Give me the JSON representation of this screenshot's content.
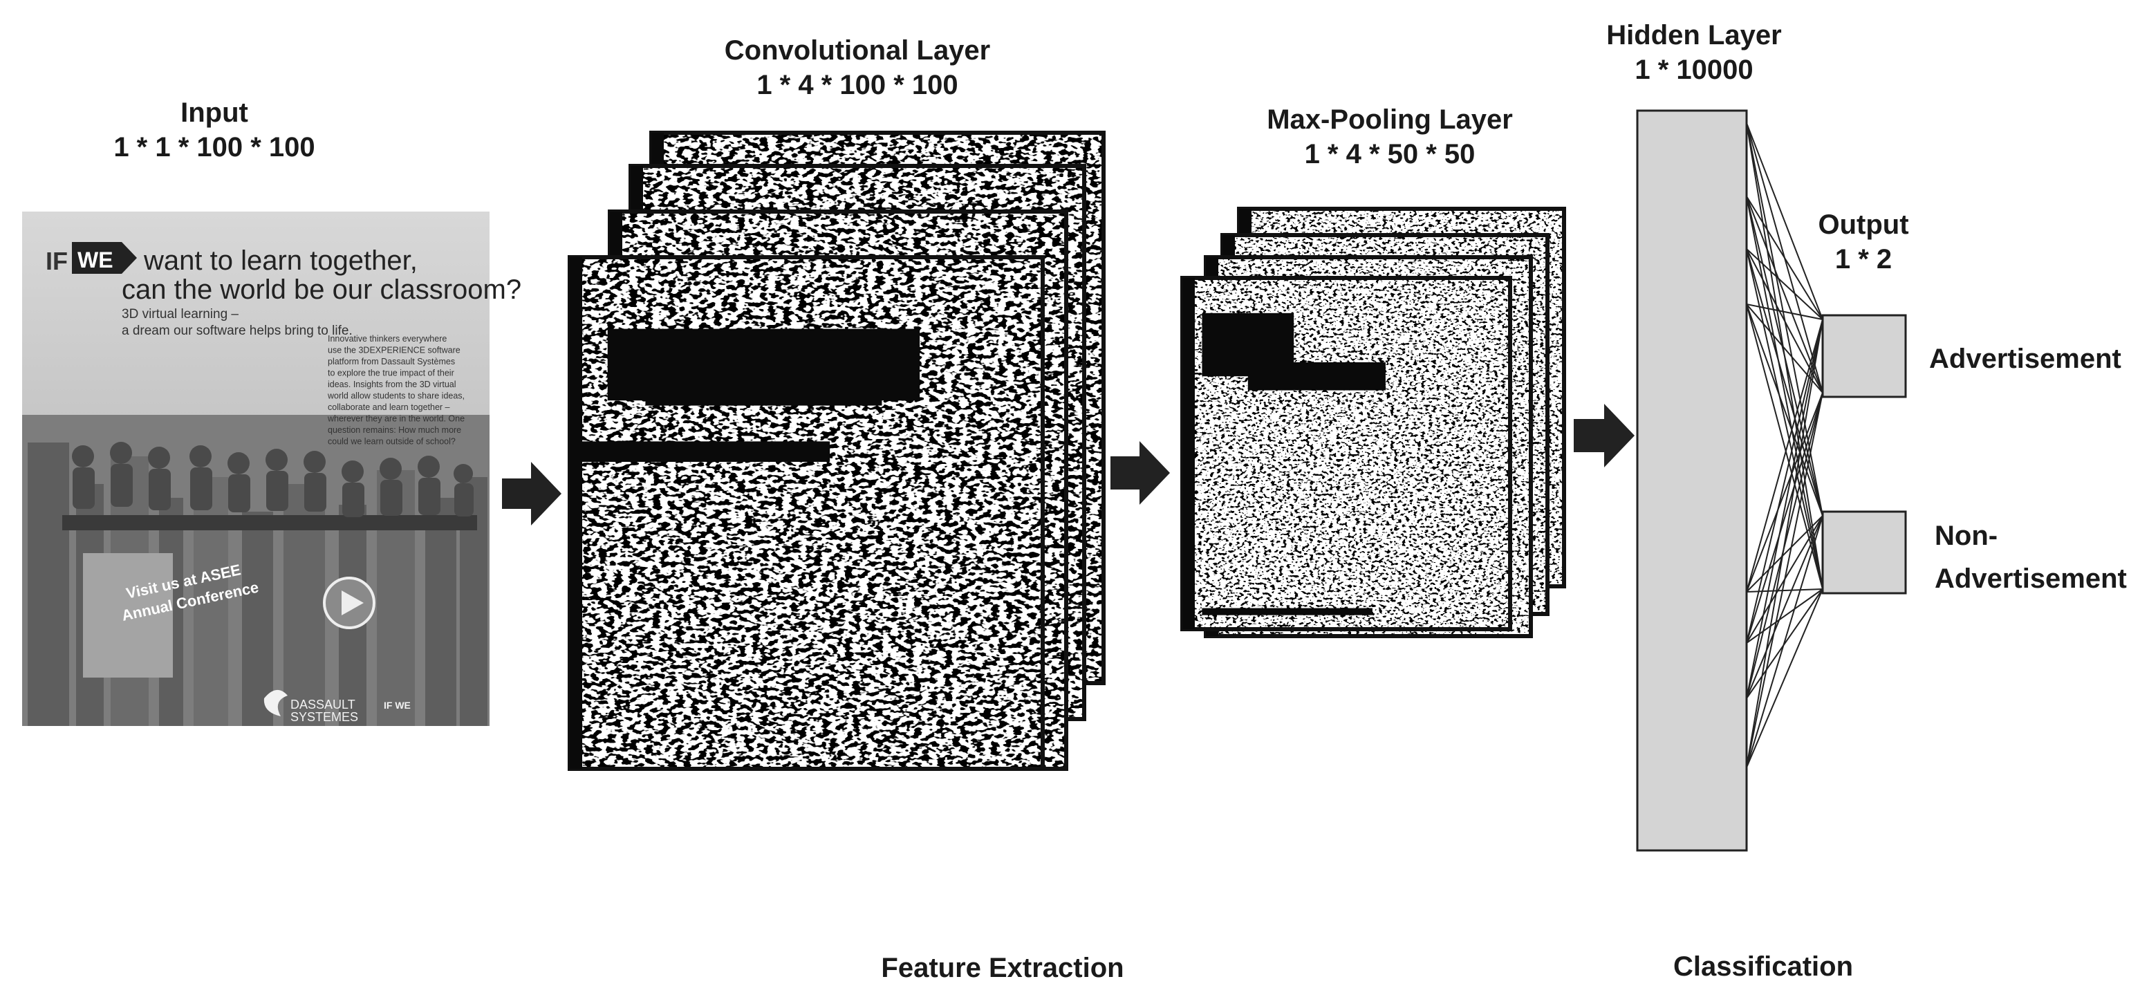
{
  "input": {
    "title": "Input",
    "dims": "1 * 1 * 100 * 100"
  },
  "conv": {
    "title": "Convolutional Layer",
    "dims": "1 * 4 * 100 * 100"
  },
  "pool": {
    "title": "Max-Pooling Layer",
    "dims": "1 * 4 * 50 * 50"
  },
  "hidden": {
    "title": "Hidden Layer",
    "dims": "1 * 10000"
  },
  "output": {
    "title": "Output",
    "dims": "1 * 2",
    "classes": [
      "Advertisement",
      "Non-Advertisement"
    ],
    "class_lines": [
      [
        "Advertisement"
      ],
      [
        "Non-",
        "Advertisement"
      ]
    ]
  },
  "sections": {
    "feature": "Feature Extraction",
    "classification": "Classification"
  },
  "ad_image": {
    "brand_if": "IF",
    "brand_we": "WE",
    "headline_1": "want to learn together,",
    "headline_2": "can the world be our classroom?",
    "sub_1": "3D virtual learning –",
    "sub_2": "a dream our software helps bring to life.",
    "body": [
      "Innovative thinkers everywhere",
      "use the 3DEXPERIENCE software",
      "platform from Dassault Systèmes",
      "to explore the true impact of their",
      "ideas. Insights from the 3D virtual",
      "world allow students to share ideas,",
      "collaborate and learn together –",
      "wherever they are in the world. One",
      "question remains: How much more",
      "could we learn outside of school?"
    ],
    "banner_1": "Visit us at ASEE",
    "banner_2": "Annual Conference",
    "logo_1": "DASSAULT",
    "logo_2": "SYSTEMES",
    "footer_brand": "IF WE"
  }
}
